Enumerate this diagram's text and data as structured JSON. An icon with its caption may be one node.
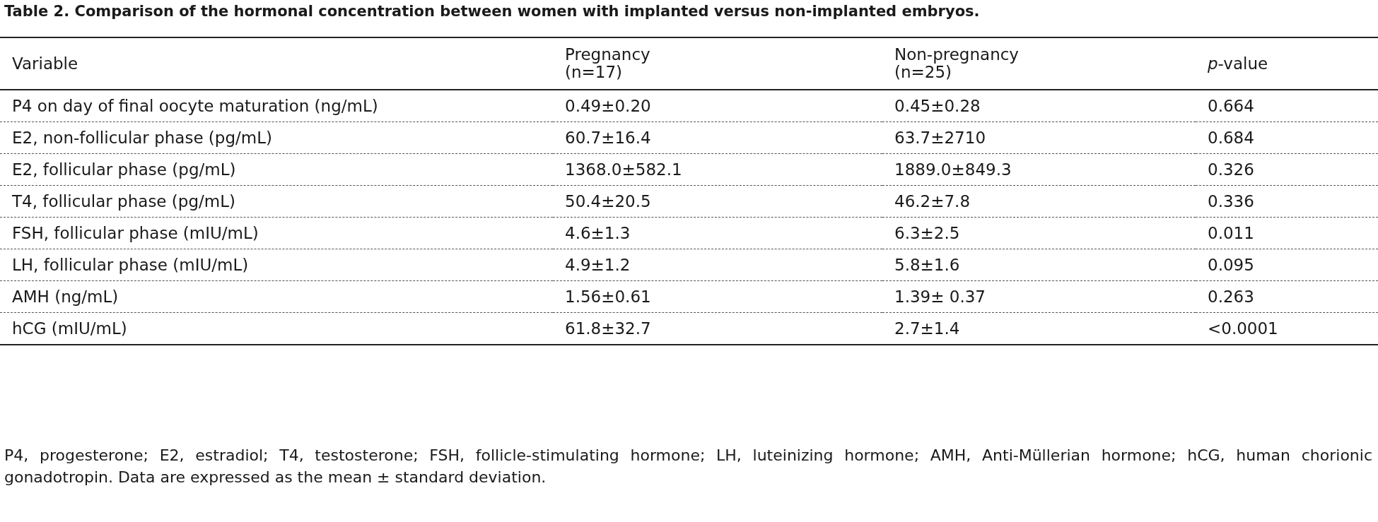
{
  "diagram": {
    "title": "Table 2. Comparison of the hormonal concentration between women with implanted versus non-implanted embryos.",
    "caption": "P4, progesterone; E2, estradiol; T4, testosterone; FSH, follicle-stimulating hormone; LH, luteinizing hormone; AMH, Anti-Müllerian hormone; hCG, human chorionic gonadotropin. Data are expressed as the mean ± standard deviation.",
    "labels": [
      "Variable",
      "Pregnancy (n=17)",
      "Non-pregnancy (n=25)",
      "*p*-value",
      "P4 on day of final oocyte maturation (ng/mL)",
      "0.49±0.20",
      "0.45±0.28",
      "0.664",
      "E2, non-follicular phase (pg/mL)",
      "60.7±16.4",
      "63.7±2710",
      "0.684",
      "E2, follicular phase (pg/mL)",
      "1368.0±582.1",
      "1889.0±849.3",
      "0.326",
      "T4, follicular phase (pg/mL)",
      "50.4±20.5",
      "46.2±7.8",
      "0.336",
      "FSH, follicular phase (mIU/mL)",
      "4.6±1.3",
      "6.3±2.5",
      "0.011",
      "LH, follicular phase (mIU/mL)",
      "4.9±1.2",
      "5.8±1.6",
      "0.095",
      "AMH (ng/mL)",
      "1.56±0.61",
      "1.39± 0.37",
      "0.263",
      "hCG (mIU/mL)",
      "61.8±32.7",
      "2.7±1.4",
      "<0.0001"
    ]
  }
}
